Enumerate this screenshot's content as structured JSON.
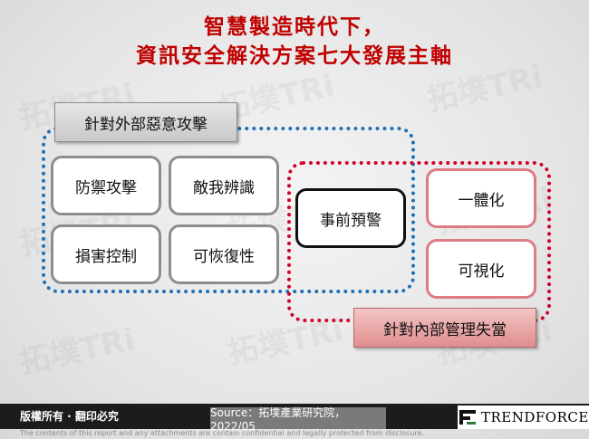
{
  "title": {
    "line1": "智慧製造時代下，",
    "line2": "資訊安全解決方案七大發展主軸"
  },
  "groups": {
    "external": {
      "label": "針對外部惡意攻擊",
      "color": "#1f6fb5"
    },
    "internal": {
      "label": "針對內部管理失當",
      "color": "#d0002a"
    }
  },
  "items": {
    "defense": "防禦攻擊",
    "identify": "敵我辨識",
    "damage_control": "損害控制",
    "recoverability": "可恢復性",
    "early_warning": "事前預警",
    "integration": "一體化",
    "visualization": "可視化"
  },
  "watermark": "拓墣TRi",
  "footer": {
    "copyright": "版權所有 · 翻印必究",
    "source": "Source：拓墣產業研究院，2022/05",
    "brand": "TRENDFORCE",
    "disclaimer": "The contents of this report and any attachments are contain confidential and legally protected from disclosure."
  }
}
